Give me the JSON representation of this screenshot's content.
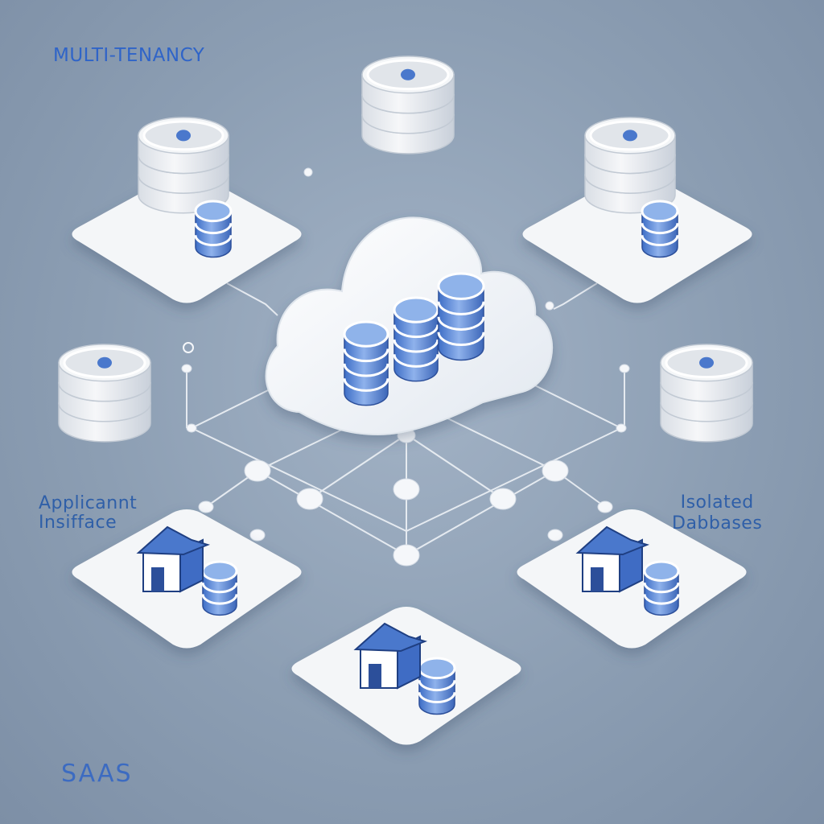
{
  "title": "MULTI-TENANCY",
  "labels": {
    "app_line1": "Applicannt",
    "app_line2": "Insifface",
    "db_line1": "Isolated",
    "db_line2": "Dabbases"
  },
  "footer": "SAAS",
  "colors": {
    "background": "#8c9eb3",
    "platform": "#f4f6f8",
    "accent_blue": "#4a78cc",
    "dark_blue": "#2c4f9a",
    "connector": "#eef2f6"
  },
  "icons": {
    "database": "server-stack-icon",
    "cylinder": "blue-db-icon",
    "house": "tenant-house-icon",
    "cloud": "cloud-icon"
  }
}
